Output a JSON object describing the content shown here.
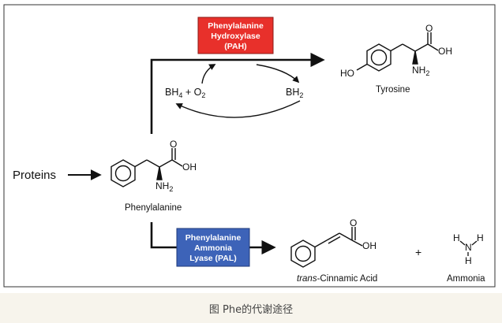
{
  "enzymes": {
    "pah": {
      "line1": "Phenylalanine",
      "line2": "Hydroxylase",
      "line3": "(PAH)",
      "color": "#e8302b"
    },
    "pal": {
      "line1": "Phenylalanine",
      "line2": "Ammonia",
      "line3": "Lyase (PAL)",
      "color": "#3d63b8"
    }
  },
  "cofactors": {
    "left_bh": "BH",
    "left_sub": "4",
    "plus": " + O",
    "o_sub": "2",
    "right_bh": "BH",
    "right_sub": "2"
  },
  "labels": {
    "proteins": "Proteins",
    "phenylalanine": "Phenylalanine",
    "tyrosine": "Tyrosine",
    "cinnamic_italic": "trans",
    "cinnamic_rest": "-Cinnamic Acid",
    "ammonia": "Ammonia",
    "plus": "+"
  },
  "atoms": {
    "O": "O",
    "OH": "OH",
    "NH": "NH",
    "sub2": "2",
    "HO": "HO",
    "H": "H",
    "N": "N"
  },
  "caption": "图 Phe的代谢途径"
}
